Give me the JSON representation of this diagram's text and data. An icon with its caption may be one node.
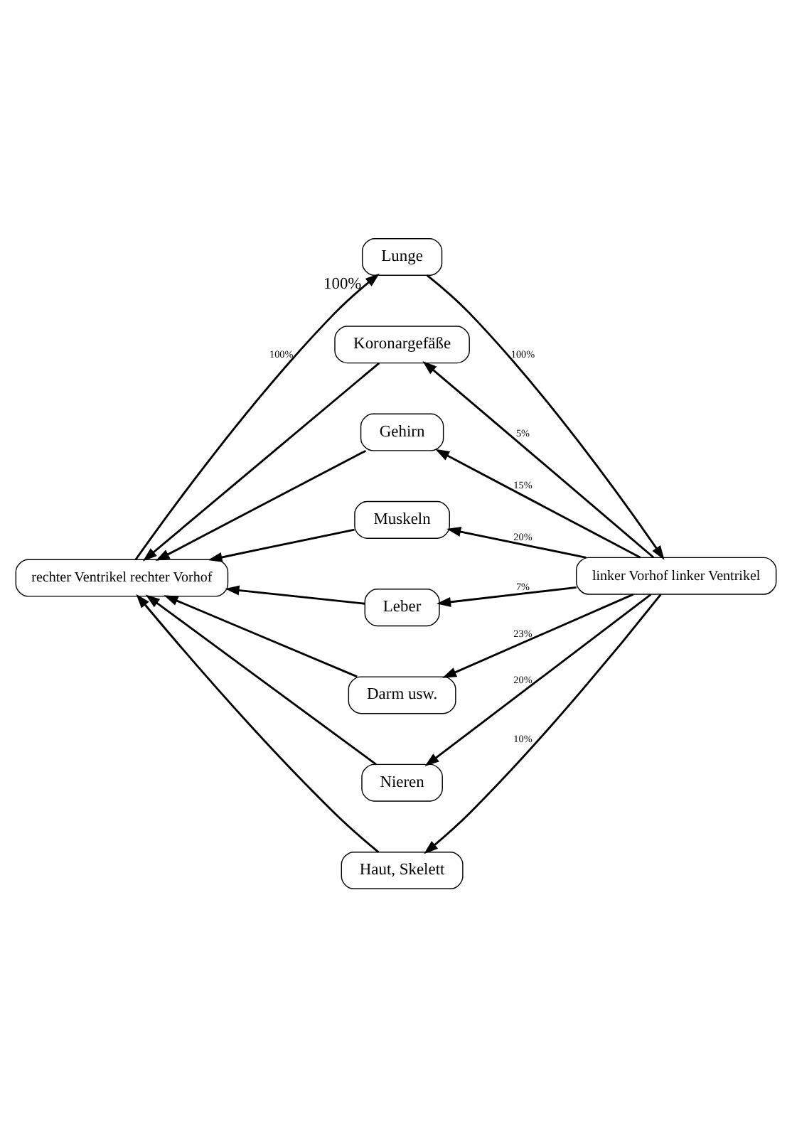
{
  "diagram": {
    "nodes": [
      {
        "text": [
          "rechter Ventrikel rechter Vorhof"
        ]
      },
      {
        "text": [
          "Lunge"
        ],
        "beside": [
          "100%"
        ]
      },
      {
        "text": [
          "linker Vorhof linker Ventrikel"
        ]
      },
      {
        "text": [
          "Koronargefäße"
        ]
      },
      {
        "text": [
          "Gehirn"
        ]
      },
      {
        "text": [
          "Muskeln"
        ]
      },
      {
        "text": [
          "Leber"
        ]
      },
      {
        "text": [
          "Darm usw."
        ]
      },
      {
        "text": [
          "Nieren"
        ]
      },
      {
        "text": [
          "Haut, Skelett"
        ]
      }
    ],
    "edges": [
      {
        "from": 0,
        "to": 1,
        "arrow": "to",
        "label": "100%"
      },
      {
        "from": 1,
        "to": 2,
        "arrow": "to",
        "label": "100%"
      },
      {
        "from": 2,
        "to": 3,
        "arrow": "to",
        "label": "5%"
      },
      {
        "from": 2,
        "to": 4,
        "arrow": "to",
        "label": "15%"
      },
      {
        "from": 2,
        "to": 5,
        "arrow": "to",
        "label": "20%"
      },
      {
        "from": 2,
        "to": 6,
        "arrow": "to",
        "label": "7%"
      },
      {
        "from": 2,
        "to": 7,
        "arrow": "to",
        "label": "23%"
      },
      {
        "from": 2,
        "to": 8,
        "arrow": "to",
        "label": "20%"
      },
      {
        "from": 2,
        "to": 9,
        "arrow": "to",
        "label": "10%"
      },
      {
        "from": 3,
        "to": 0,
        "arrow": "to"
      },
      {
        "from": 4,
        "to": 0,
        "arrow": "to"
      },
      {
        "from": 5,
        "to": 0,
        "arrow": "to"
      },
      {
        "from": 6,
        "to": 0,
        "arrow": "to"
      },
      {
        "from": 7,
        "to": 0,
        "arrow": "to"
      },
      {
        "from": 8,
        "to": 0,
        "arrow": "to"
      },
      {
        "from": 9,
        "to": 0,
        "arrow": "to"
      }
    ]
  }
}
